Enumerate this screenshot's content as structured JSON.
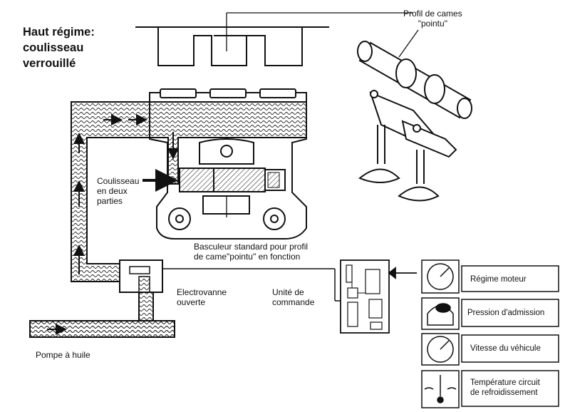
{
  "title": {
    "line1": "Haut régime:",
    "line2": "coulisseau",
    "line3": "verrouillé"
  },
  "cam_profile": {
    "line1": "Profil de cames",
    "line2": "\"pointu\""
  },
  "slider": {
    "line1": "Coulisseau",
    "line2": "en deux",
    "line3": "parties"
  },
  "rocker": {
    "line1": "Basculeur standard pour profil",
    "line2": "de came\"pointu\" en fonction"
  },
  "solenoid": {
    "line1": "Electrovanne",
    "line2": "ouverte"
  },
  "control_unit": {
    "line1": "Unité de",
    "line2": "commande"
  },
  "oil_pump": {
    "label": "Pompe à huile"
  },
  "sensors": [
    {
      "label": "Régime moteur",
      "icon": "tachometer-icon"
    },
    {
      "label": "Pression d'admission",
      "icon": "pressure-gauge-icon"
    },
    {
      "label": "Vitesse du véhicule",
      "icon": "speedometer-icon"
    },
    {
      "line1": "Température circuit",
      "line2": "de refroidissement",
      "icon": "thermometer-icon"
    }
  ]
}
